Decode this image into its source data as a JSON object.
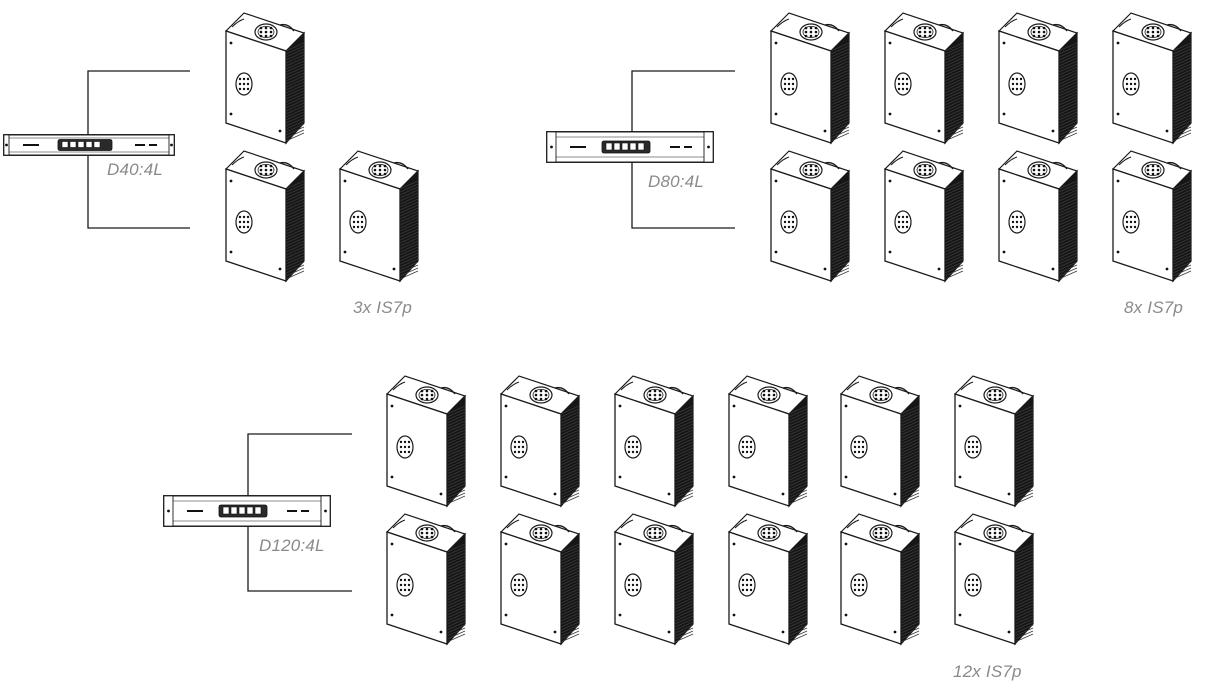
{
  "colors": {
    "line": "#1a1a1a",
    "label": "#8a8a8a",
    "fill": "#ffffff",
    "dark": "#111111"
  },
  "icons": {
    "amplifier": "rack-amplifier-icon",
    "speaker": "loudspeaker-icon"
  },
  "systems": [
    {
      "id": "d40",
      "amplifier_label": "D40:4L",
      "speaker_label": "3x IS7p",
      "speaker_count": 3
    },
    {
      "id": "d80",
      "amplifier_label": "D80:4L",
      "speaker_label": "8x IS7p",
      "speaker_count": 8
    },
    {
      "id": "d120",
      "amplifier_label": "D120:4L",
      "speaker_label": "12x IS7p",
      "speaker_count": 12
    }
  ]
}
